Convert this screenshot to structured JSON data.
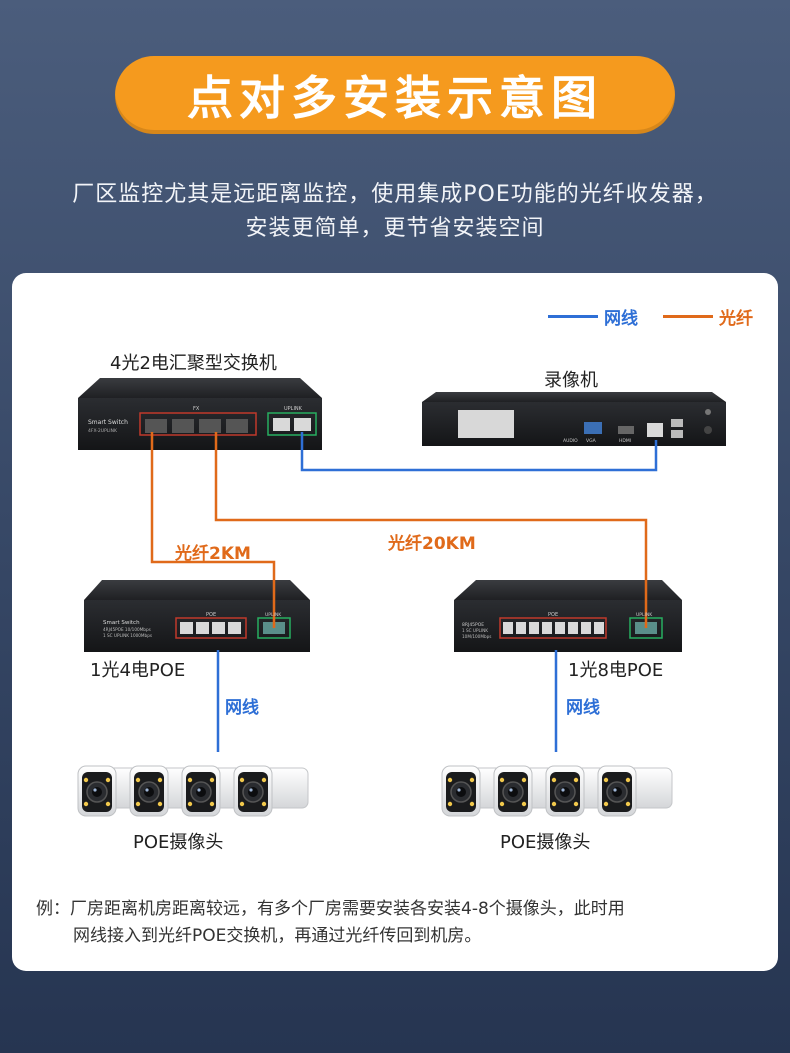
{
  "header": {
    "title": "点对多安装示意图",
    "subtitle_line1": "厂区监控尤其是远距离监控，使用集成POE功能的光纤收发器，",
    "subtitle_line2": "安装更简单，更节省安装空间"
  },
  "legend": {
    "network": {
      "label": "网线",
      "color": "#2e6fd6"
    },
    "fiber": {
      "label": "光纤",
      "color": "#e06a1a"
    }
  },
  "devices": {
    "aggregation_switch": {
      "label": "4光2电汇聚型交换机",
      "brand": "Smart Switch",
      "model": "4FX-2UPLINK",
      "port_group": "FX",
      "uplink": "UPLINK"
    },
    "nvr": {
      "label": "录像机",
      "ports": [
        "AUDIO",
        "VGA",
        "HDMI"
      ]
    },
    "poe4": {
      "label": "1光4电POE",
      "brand": "Smart Switch",
      "spec1": "4RJ45POE 10/100Mbps",
      "spec2": "1 SC UPLINK 1000Mbps",
      "port_group": "POE",
      "uplink": "UPLINK"
    },
    "poe8": {
      "label": "1光8电POE",
      "spec1": "8RJ45POE",
      "spec2": "1 SC UPLINK",
      "spec3": "10M/100Mbps",
      "port_group": "POE",
      "uplink": "UPLINK"
    },
    "cameras_left": {
      "label": "POE摄像头"
    },
    "cameras_right": {
      "label": "POE摄像头"
    }
  },
  "links": {
    "fiber_2km": "光纤2KM",
    "fiber_20km": "光纤20KM",
    "network_left": "网线",
    "network_right": "网线"
  },
  "note": {
    "line1": "例：厂房距离机房距离较远，有多个厂房需要安装各安装4-8个摄像头，此时用",
    "line2": "网线接入到光纤POE交换机，再通过光纤传回到机房。"
  }
}
